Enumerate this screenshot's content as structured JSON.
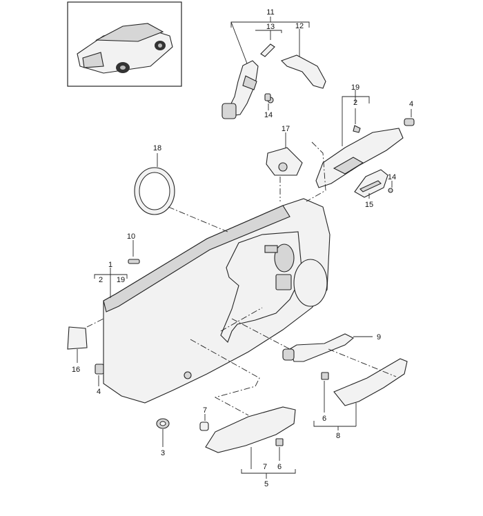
{
  "labels": {
    "p1": "1",
    "p2a": "2",
    "p19a": "19",
    "p2b": "2",
    "p19b": "19",
    "p3": "3",
    "p4a": "4",
    "p4b": "4",
    "p5": "5",
    "p6a": "6",
    "p6b": "6",
    "p7a": "7",
    "p7b": "7",
    "p8": "8",
    "p9": "9",
    "p10": "10",
    "p11": "11",
    "p12": "12",
    "p13": "13",
    "p14a": "14",
    "p14b": "14",
    "p15": "15",
    "p16": "16",
    "p17": "17",
    "p18": "18"
  }
}
